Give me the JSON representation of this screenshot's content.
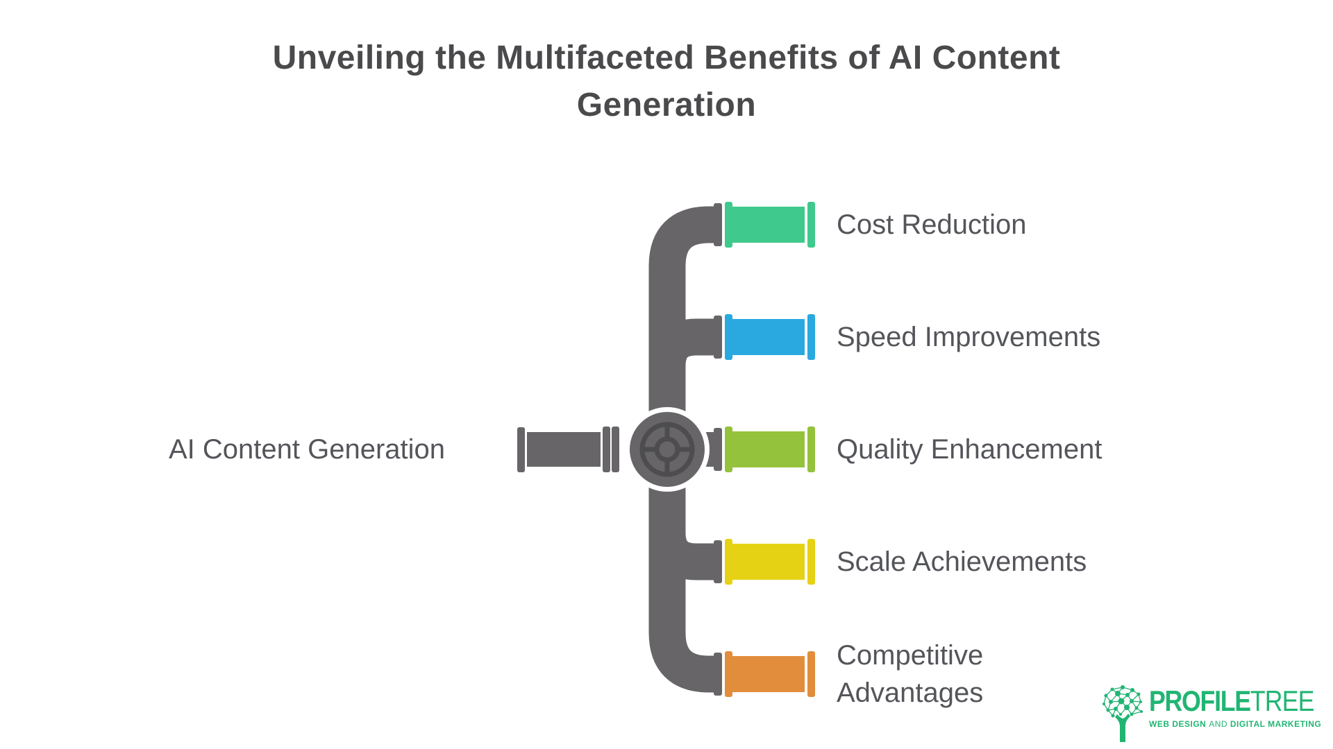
{
  "title_lines": [
    "Unveiling the Multifaceted Benefits of AI Content",
    "Generation"
  ],
  "source": {
    "label": "AI Content Generation"
  },
  "branches": [
    {
      "label": "Cost Reduction",
      "color": "#3FC98C"
    },
    {
      "label": "Speed Improvements",
      "color": "#29A9E0"
    },
    {
      "label": "Quality Enhancement",
      "color": "#95C23C"
    },
    {
      "label": "Scale Achievements",
      "color": "#E5D215"
    },
    {
      "label": "Competitive Advantages",
      "color": "#E28D3B"
    }
  ],
  "diagram": {
    "pipe_color": "#676568",
    "wheel_detail_color": "#4D4C4F"
  },
  "logo": {
    "brand_primary": "PROFILE",
    "brand_secondary": "TREE",
    "tagline_web_design": "WEB DESIGN",
    "tagline_and": "AND",
    "tagline_digital_marketing": "DIGITAL MARKETING",
    "brand_color": "#21B573"
  }
}
